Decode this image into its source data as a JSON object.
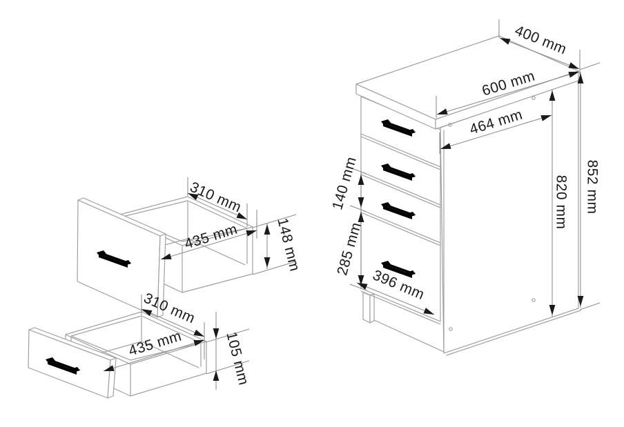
{
  "drawing": {
    "type": "furniture-dimension-diagram",
    "unit": "mm"
  },
  "dims": {
    "drawer_top": {
      "depth": "310 mm",
      "width": "435 mm",
      "height": "148 mm"
    },
    "drawer_bottom": {
      "depth": "310 mm",
      "width": "435 mm",
      "height": "105 mm"
    },
    "cabinet": {
      "top_depth": "400 mm",
      "top_width": "600 mm",
      "carcass_depth": "464 mm",
      "total_height": "852 mm",
      "carcass_height": "820 mm",
      "middle_drawer_front_height": "140 mm",
      "bottom_drawer_front_height": "285 mm",
      "drawer_front_width": "396 mm"
    }
  },
  "colors": {
    "background": "#ffffff",
    "furniture_line": "#9f9f9f",
    "dimension_line": "#8f8f8f",
    "ink": "#1a1a1a"
  }
}
